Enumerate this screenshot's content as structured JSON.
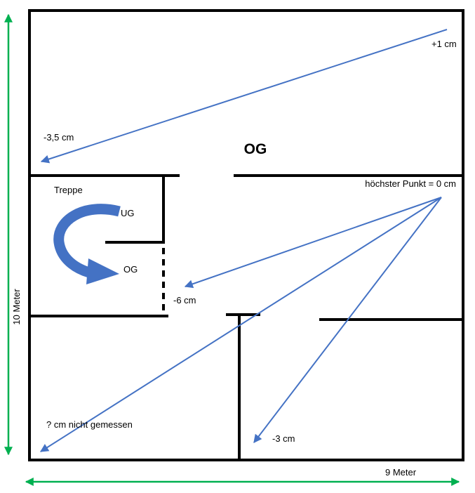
{
  "diagram": {
    "floor_title": "OG",
    "stairwell": {
      "room_label": "Treppe",
      "up_label": "UG",
      "down_label": "OG"
    },
    "measurements": {
      "top_right": "+1 cm",
      "top_left": "-3,5 cm",
      "reference_point": "höchster Punkt = 0 cm",
      "hallway": "-6 cm",
      "bottom_left": "? cm nicht gemessen",
      "bottom_middle": "-3 cm"
    },
    "dimensions": {
      "vertical": "10 Meter",
      "horizontal": "9 Meter"
    }
  },
  "colors": {
    "wall": "#000000",
    "measure_arrow": "#4472C4",
    "dimension_arrow": "#00B050"
  }
}
